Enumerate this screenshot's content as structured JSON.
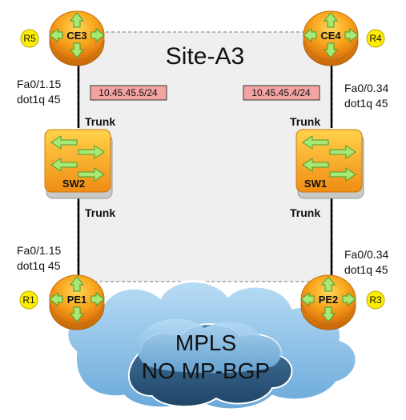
{
  "site": {
    "title": "Site-A3"
  },
  "cloud": {
    "line1": "MPLS",
    "line2": "NO MP-BGP"
  },
  "routers": [
    {
      "id": "CE3",
      "badge": "R5"
    },
    {
      "id": "CE4",
      "badge": "R4"
    },
    {
      "id": "PE1",
      "badge": "R1"
    },
    {
      "id": "PE2",
      "badge": "R3"
    }
  ],
  "switches": [
    {
      "id": "SW2"
    },
    {
      "id": "SW1"
    }
  ],
  "ip_labels": {
    "left": "10.45.45.5/24",
    "right": "10.45.45.4/24"
  },
  "interfaces": {
    "top_left": {
      "line1": "Fa0/1.15",
      "line2": "dot1q 45"
    },
    "top_right": {
      "line1": "Fa0/0.34",
      "line2": "dot1q 45"
    },
    "bottom_left": {
      "line1": "Fa0/1.15",
      "line2": "dot1q 45"
    },
    "bottom_right": {
      "line1": "Fa0/0.34",
      "line2": "dot1q 45"
    }
  },
  "trunks": {
    "upper_left": "Trunk",
    "lower_left": "Trunk",
    "upper_right": "Trunk",
    "lower_right": "Trunk"
  },
  "colors": {
    "router_orange": "#f5a01a",
    "switch_orange": "#f4a31f",
    "arrow_green": "#9be36a",
    "badge_yellow": "#ffee00",
    "ip_pink": "#f4a3a3",
    "site_fill": "#efefef",
    "cloud_light": "#8fc4ea",
    "cloud_dark": "#2f5f86"
  }
}
